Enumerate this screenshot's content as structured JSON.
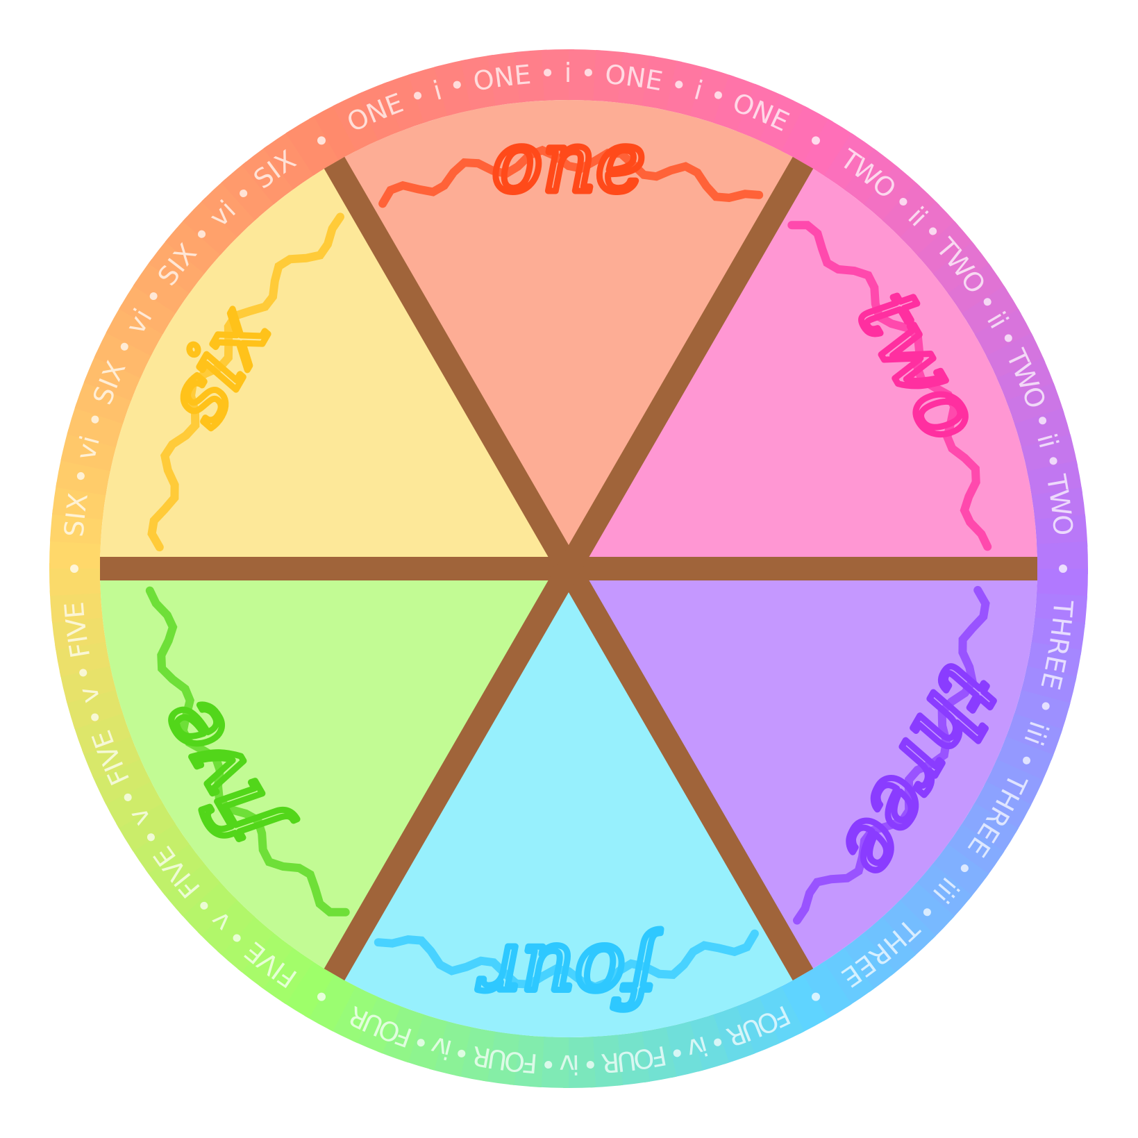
{
  "wheel": {
    "rim_colors": [
      "#ff8a6c",
      "#ff6fb8",
      "#b179ff",
      "#5fd4ff",
      "#9eff6a",
      "#ffd86a"
    ],
    "spoke_color": "#a0643a",
    "segments": [
      {
        "name": "one",
        "fill": "#fdad95",
        "ink": "#ff4a1a",
        "script": "one",
        "ring": "ONE • i • ONE • i • ONE • i • ONE"
      },
      {
        "name": "two",
        "fill": "#ff97d3",
        "ink": "#ff2fa0",
        "script": "two",
        "ring": "TWO • ii • TWO • ii • TWO • ii • TWO"
      },
      {
        "name": "three",
        "fill": "#c598ff",
        "ink": "#8a3cff",
        "script": "three",
        "ring": "THREE • iii • THREE • iii • THREE"
      },
      {
        "name": "four",
        "fill": "#97f0fd",
        "ink": "#2ec8ff",
        "script": "four",
        "ring": "FOUR • iv • FOUR • iv • FOUR • iv • FOUR"
      },
      {
        "name": "five",
        "fill": "#c2fb94",
        "ink": "#52d61a",
        "script": "five",
        "ring": "FIVE • v • FIVE • v • FIVE • v • FIVE"
      },
      {
        "name": "six",
        "fill": "#fde899",
        "ink": "#ffc21a",
        "script": "six",
        "ring": "SIX • vi • SIX • vi • SIX • vi • SIX"
      }
    ]
  }
}
